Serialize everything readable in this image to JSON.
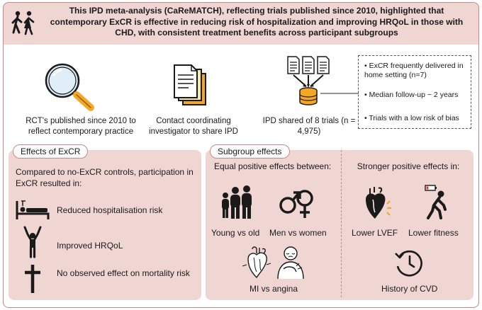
{
  "header": {
    "text": "This IPD meta-analysis (CaReMATCH), reflecting trials published since 2010, highlighted that contemporary ExCR is effective in reducing risk of hospitalization and improving HRQoL in those with CHD, with consistent treatment benefits across participant subgroups"
  },
  "steps": [
    {
      "icon": "magnifier-icon",
      "label": "RCT's published since 2010 to reflect contemporary practice"
    },
    {
      "icon": "documents-icon",
      "label": "Contact coordinating investigator to share IPD"
    },
    {
      "icon": "database-icon",
      "label": "IPD shared of 8 trials (n = 4,975)"
    }
  ],
  "notes": [
    "• ExCR frequently delivered in home setting (n=7)",
    "• Median follow-up ~ 2 years",
    "• Trials with a low risk of bias"
  ],
  "effects": {
    "title": "Effects of ExCR",
    "intro": "Compared to no-ExCR controls, participation in ExCR resulted in:",
    "items": [
      {
        "icon": "hospital-bed-icon",
        "label": "Reduced hospitalisation risk"
      },
      {
        "icon": "person-raised-arms-icon",
        "label": "Improved HRQoL"
      },
      {
        "icon": "cross-icon",
        "label": "No observed effect on mortality risk"
      }
    ]
  },
  "subgroups": {
    "title": "Subgroup effects",
    "equal_heading": "Equal positive effects between:",
    "equal_items": [
      "Young vs old",
      "Men vs women",
      "MI vs angina"
    ],
    "stronger_heading": "Stronger positive effects in:",
    "stronger_items": [
      "Lower LVEF",
      "Lower fitness",
      "History of CVD"
    ]
  },
  "colors": {
    "panel": "#f0d6d3",
    "border": "#c98a86",
    "accent": "#f5a623"
  }
}
